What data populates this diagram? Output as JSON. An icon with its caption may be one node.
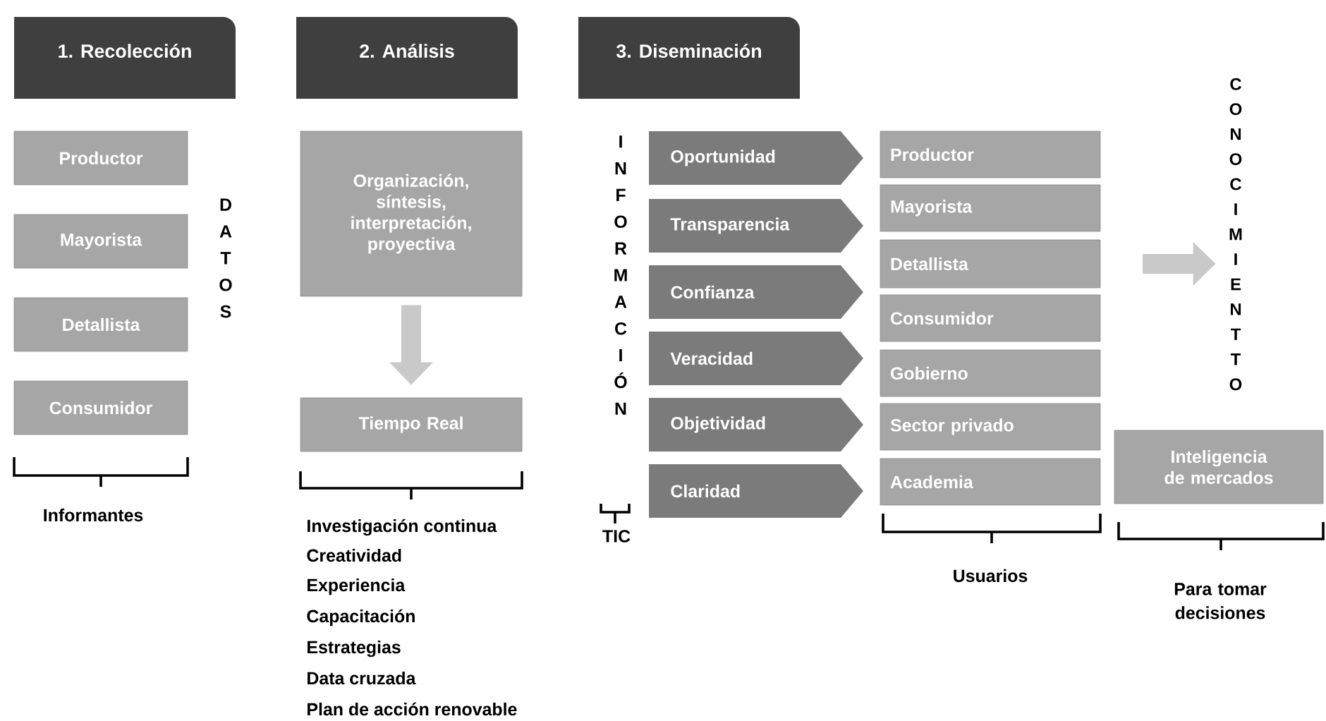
{
  "diagram": {
    "nodes": [
      {
        "text": [
          "1. Recolección"
        ]
      },
      {
        "text": [
          "Productor"
        ]
      },
      {
        "text": [
          "Mayorista"
        ]
      },
      {
        "text": [
          "Detallista"
        ]
      },
      {
        "text": [
          "Consumidor"
        ]
      },
      {
        "text": [
          "2. Análisis"
        ]
      },
      {
        "text": [
          "Organización, síntesis, interpretación, proyectiva"
        ]
      },
      {
        "text": [
          "Tiempo Real"
        ]
      },
      {
        "text": [
          "3. Diseminación"
        ]
      },
      {
        "text": [
          "Oportunidad"
        ]
      },
      {
        "text": [
          "Transparencia"
        ]
      },
      {
        "text": [
          "Confianza"
        ]
      },
      {
        "text": [
          "Veracidad"
        ]
      },
      {
        "text": [
          "Objetividad"
        ]
      },
      {
        "text": [
          "Claridad"
        ]
      },
      {
        "text": [
          "Productor"
        ]
      },
      {
        "text": [
          "Mayorista"
        ]
      },
      {
        "text": [
          "Detallista"
        ]
      },
      {
        "text": [
          "Consumidor"
        ]
      },
      {
        "text": [
          "Gobierno"
        ]
      },
      {
        "text": [
          "Sector privado"
        ]
      },
      {
        "text": [
          "Academia"
        ]
      },
      {
        "text": [
          "CONOCIMIENTTO"
        ]
      },
      {
        "text": [
          "Inteligencia de mercados"
        ]
      }
    ],
    "edges": [
      {
        "from": 6,
        "to": 7,
        "arrow": "to"
      },
      {
        "from": null,
        "to": 22,
        "arrow": "to"
      }
    ],
    "labels": [
      "DATOS",
      "Informantes",
      "INFORMACIÓN",
      "Investigación continua",
      "Creatividad",
      "Experiencia",
      "Capacitación",
      "Estrategias",
      "Data cruzada",
      "Plan de acción renovable",
      "TIC",
      "Usuarios",
      "Para tomar decisiones"
    ]
  }
}
